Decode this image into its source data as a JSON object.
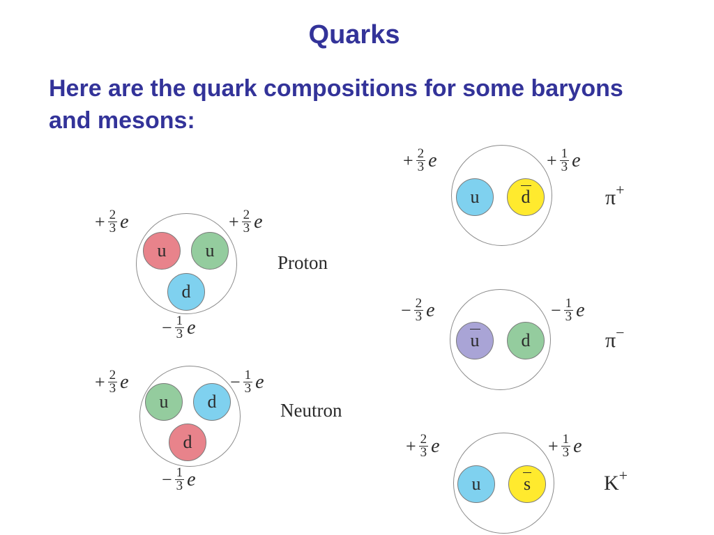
{
  "title": "Quarks",
  "intro": "Here are the quark compositions for some baryons and mesons:",
  "colors": {
    "heading": "#333399",
    "red_quark": "#e8838b",
    "green_quark": "#94cc9e",
    "blue_quark": "#7fd1ef",
    "yellow_quark": "#ffea2e",
    "purple_quark": "#a9a4d6"
  },
  "particles": [
    {
      "id": "proton",
      "name": "Proton",
      "quarks": [
        {
          "label": "u",
          "anti": false,
          "color": "red"
        },
        {
          "label": "u",
          "anti": false,
          "color": "green"
        },
        {
          "label": "d",
          "anti": false,
          "color": "blue"
        }
      ],
      "charges": [
        {
          "sign": "+",
          "num": "2",
          "den": "3",
          "unit": "e"
        },
        {
          "sign": "+",
          "num": "2",
          "den": "3",
          "unit": "e"
        },
        {
          "sign": "−",
          "num": "1",
          "den": "3",
          "unit": "e"
        }
      ]
    },
    {
      "id": "neutron",
      "name": "Neutron",
      "quarks": [
        {
          "label": "u",
          "anti": false,
          "color": "green"
        },
        {
          "label": "d",
          "anti": false,
          "color": "blue"
        },
        {
          "label": "d",
          "anti": false,
          "color": "red"
        }
      ],
      "charges": [
        {
          "sign": "+",
          "num": "2",
          "den": "3",
          "unit": "e"
        },
        {
          "sign": "−",
          "num": "1",
          "den": "3",
          "unit": "e"
        },
        {
          "sign": "−",
          "num": "1",
          "den": "3",
          "unit": "e"
        }
      ]
    },
    {
      "id": "pi-plus",
      "symbol": "π",
      "symbol_sup": "+",
      "quarks": [
        {
          "label": "u",
          "anti": false,
          "color": "blue"
        },
        {
          "label": "d",
          "anti": true,
          "color": "yellow"
        }
      ],
      "charges": [
        {
          "sign": "+",
          "num": "2",
          "den": "3",
          "unit": "e"
        },
        {
          "sign": "+",
          "num": "1",
          "den": "3",
          "unit": "e"
        }
      ]
    },
    {
      "id": "pi-minus",
      "symbol": "π",
      "symbol_sup": "−",
      "quarks": [
        {
          "label": "u",
          "anti": true,
          "color": "purple"
        },
        {
          "label": "d",
          "anti": false,
          "color": "green"
        }
      ],
      "charges": [
        {
          "sign": "−",
          "num": "2",
          "den": "3",
          "unit": "e"
        },
        {
          "sign": "−",
          "num": "1",
          "den": "3",
          "unit": "e"
        }
      ]
    },
    {
      "id": "k-plus",
      "symbol": "K",
      "symbol_sup": "+",
      "quarks": [
        {
          "label": "u",
          "anti": false,
          "color": "blue"
        },
        {
          "label": "s",
          "anti": true,
          "color": "yellow"
        }
      ],
      "charges": [
        {
          "sign": "+",
          "num": "2",
          "den": "3",
          "unit": "e"
        },
        {
          "sign": "+",
          "num": "1",
          "den": "3",
          "unit": "e"
        }
      ]
    }
  ]
}
